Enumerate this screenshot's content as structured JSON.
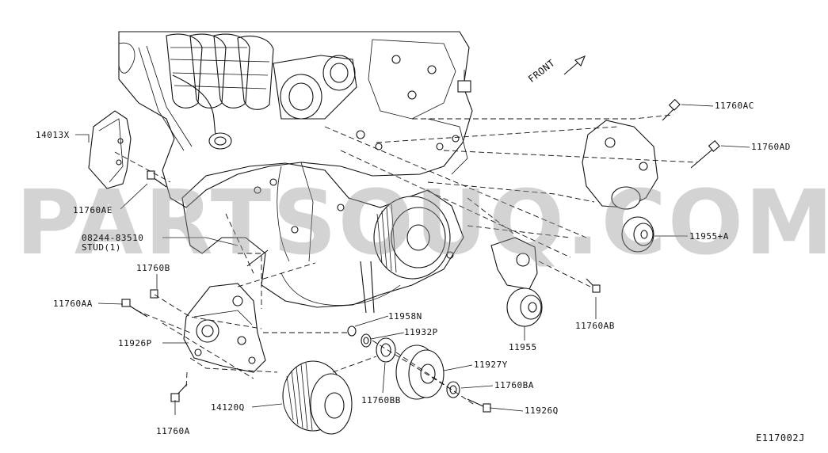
{
  "diagram": {
    "watermark": "PARTSOUQ.COM",
    "figure_code": "E117002J",
    "direction": {
      "label": "FRONT",
      "icon": "arrow-up-right-icon"
    },
    "callouts": {
      "c14013x": "14013X",
      "c11760ae": "11760AE",
      "c08244": "08244-83510",
      "cstud": "STUD(1)",
      "c11760b": "11760B",
      "c11760aa": "11760AA",
      "c11926p": "11926P",
      "c11760a": "11760A",
      "c14120q": "14120Q",
      "c11958n": "11958N",
      "c11932p": "11932P",
      "c11760bb": "11760BB",
      "c11927y": "11927Y",
      "c11760ba": "11760BA",
      "c11926q": "11926Q",
      "c11955": "11955",
      "c11760ab": "11760AB",
      "c11955a": "11955+A",
      "c11760ad": "11760AD",
      "c11760ac": "11760AC"
    }
  }
}
